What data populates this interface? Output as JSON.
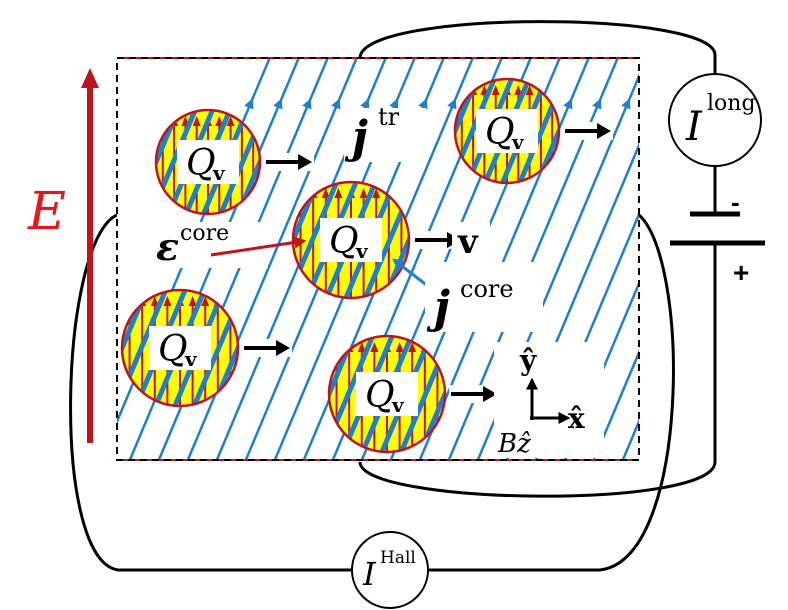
{
  "labels": {
    "electric_field": "E",
    "transport_current": "j",
    "transport_current_sup": "tr",
    "core_field": "ε",
    "core_field_sup": "core",
    "core_current": "j",
    "core_current_sup": "core",
    "vortex_charge": "Q",
    "vortex_charge_sub": "v",
    "velocity": "v",
    "axis_y": "ŷ",
    "axis_x": "x̂",
    "axis_z_label": "Bẑ",
    "current_long": "I",
    "current_long_sup": "long",
    "current_hall": "I",
    "current_hall_sup": "Hall",
    "battery_minus": "-",
    "battery_plus": "+"
  },
  "colors": {
    "field_red": "#c0141c",
    "current_blue": "#1e7fd0",
    "vortex_fill": "#ffff00",
    "wire_black": "#000000",
    "sample_border": "#000000",
    "label_red": "#e8161c"
  },
  "icons": {
    "battery": "battery-icon",
    "ammeter_long": "ammeter-icon",
    "ammeter_hall": "ammeter-icon"
  }
}
